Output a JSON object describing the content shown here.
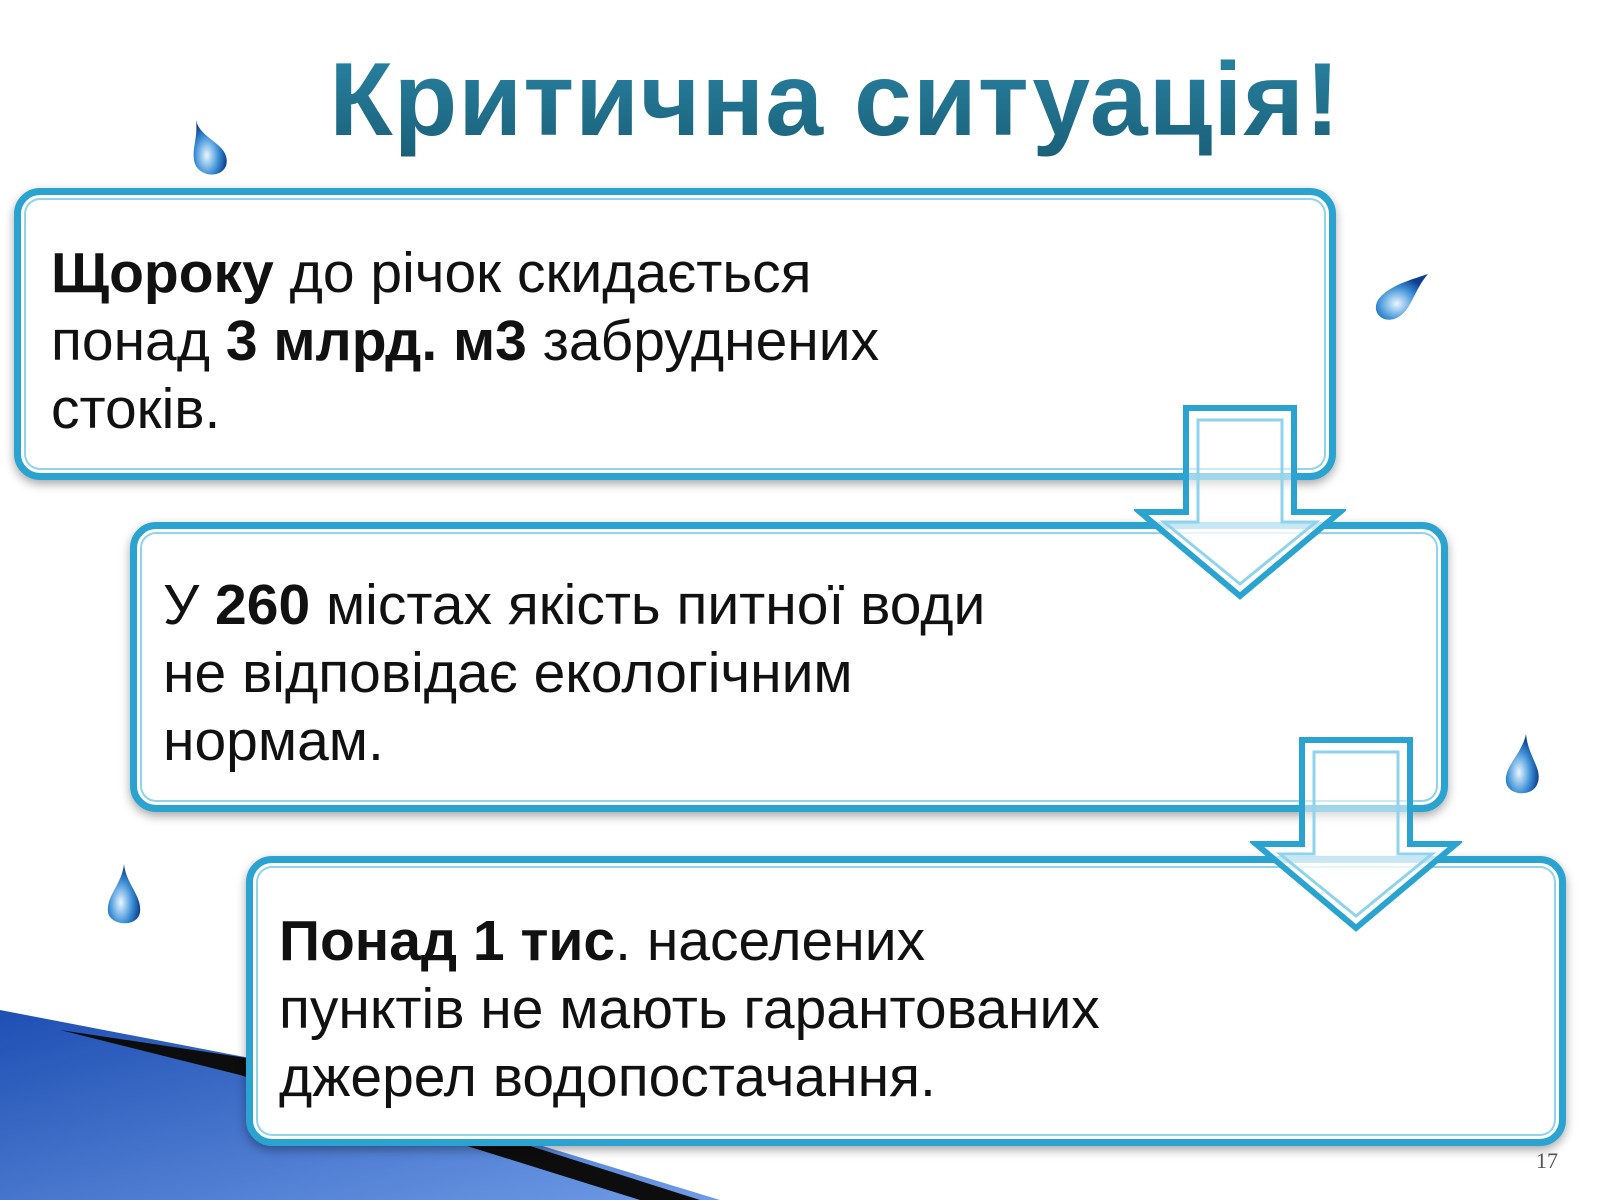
{
  "slide": {
    "title": "Критична ситуація!",
    "page_number": "17"
  },
  "boxes": [
    {
      "line1_bold": "Щороку",
      "line1_rest": " до річок скидається",
      "line2_pre": "понад ",
      "line2_bold": "3 млрд. м3",
      "line2_post": " забруднених",
      "line3": "стоків."
    },
    {
      "line1_pre": "У ",
      "line1_bold": "260",
      "line1_post": " містах якість питної води",
      "line2": "не відповідає екологічним",
      "line3": "нормам."
    },
    {
      "line1_bold": "Понад 1 тис",
      "line1_rest": ". населених",
      "line2": "пунктів не мають гарантованих",
      "line3": "джерел водопостачання."
    }
  ],
  "colors": {
    "accent": "#2aa3d1",
    "title": "#1f6f8b",
    "wedge": "#2a5fc0"
  },
  "icons": [
    "water-drop-icon",
    "down-arrow-icon"
  ]
}
